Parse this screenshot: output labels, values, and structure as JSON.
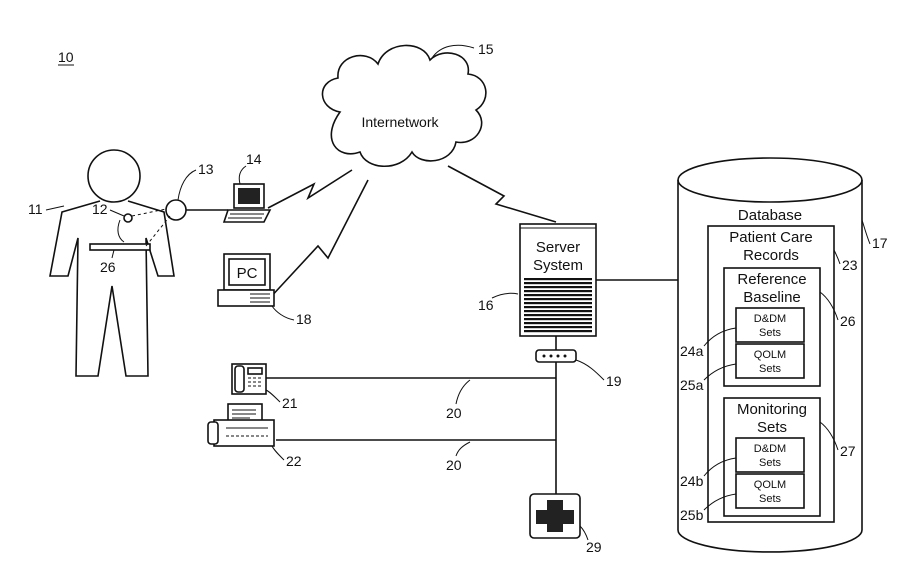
{
  "figure_label": "10",
  "cloud": {
    "text": "Internetwork",
    "ref": "15"
  },
  "patient": {
    "ref_body": "11",
    "ref_sensor": "12",
    "ref_belt": "26",
    "ref_node": "13"
  },
  "laptop": {
    "ref": "14"
  },
  "pc": {
    "screen_text": "PC",
    "ref": "18"
  },
  "server": {
    "line1": "Server",
    "line2": "System",
    "ref": "16"
  },
  "hub": {
    "ref": "19"
  },
  "phone": {
    "ref": "21"
  },
  "fax": {
    "ref": "22"
  },
  "lines": {
    "ref_a": "20",
    "ref_b": "20"
  },
  "medical": {
    "ref": "29"
  },
  "database": {
    "title": "Database",
    "ref": "17",
    "patient_care": {
      "line1": "Patient Care",
      "line2": "Records",
      "ref": "23"
    },
    "baseline": {
      "line1": "Reference",
      "line2": "Baseline",
      "ref": "26",
      "ddm": {
        "line1": "D&DM",
        "line2": "Sets",
        "ref": "24a"
      },
      "qolm": {
        "line1": "QOLM",
        "line2": "Sets",
        "ref": "25a"
      }
    },
    "monitoring": {
      "line1": "Monitoring",
      "line2": "Sets",
      "ref": "27",
      "ddm": {
        "line1": "D&DM",
        "line2": "Sets",
        "ref": "24b"
      },
      "qolm": {
        "line1": "QOLM",
        "line2": "Sets",
        "ref": "25b"
      }
    }
  }
}
